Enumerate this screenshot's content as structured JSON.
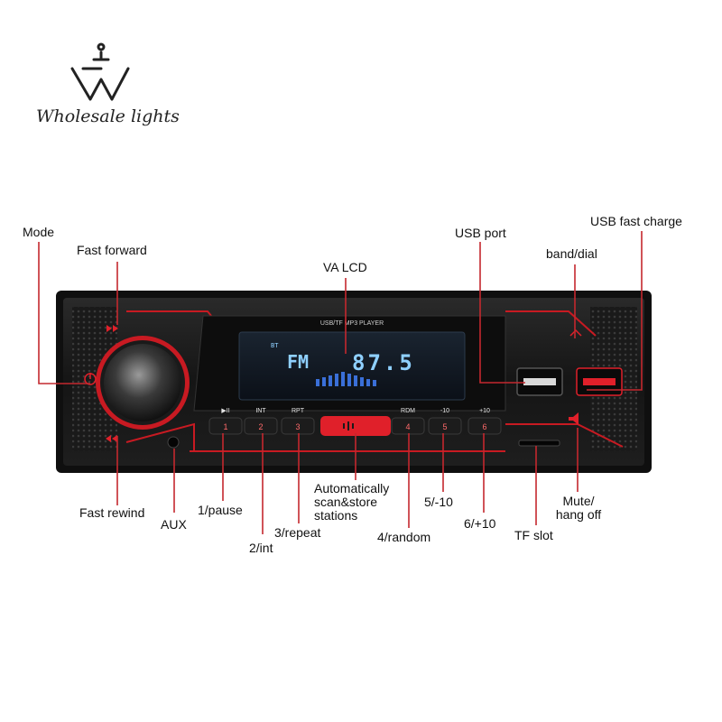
{
  "brand": {
    "name": "Wholesale lights",
    "logo_icon": "crown-logo-icon"
  },
  "device": {
    "screen_header": "USB/TF MP3 PLAYER",
    "lcd_band": "FM",
    "lcd_freq": "87.5",
    "lcd_indicator": "BT",
    "button_tags": {
      "play": "▶II",
      "int": "INT",
      "rpt": "RPT",
      "rdm": "RDM",
      "minus10": "-10",
      "plus10": "+10"
    },
    "button_numbers": [
      "1",
      "2",
      "3",
      "4",
      "5",
      "6"
    ],
    "accent_color": "#e0202a",
    "lcd_color": "#8fd0ff"
  },
  "callouts": {
    "mode": "Mode",
    "fast_forward": "Fast forward",
    "va_lcd": "VA LCD",
    "usb_port": "USB port",
    "usb_fast_charge": "USB fast charge",
    "band_dial": "band/dial",
    "fast_rewind": "Fast rewind",
    "aux": "AUX",
    "pause": "1/pause",
    "int": "2/int",
    "repeat": "3/repeat",
    "auto_scan": "Automatically scan&store stations",
    "random": "4/random",
    "minus10": "5/-10",
    "plus10": "6/+10",
    "tf_slot": "TF slot",
    "mute": "Mute/ hang off"
  }
}
